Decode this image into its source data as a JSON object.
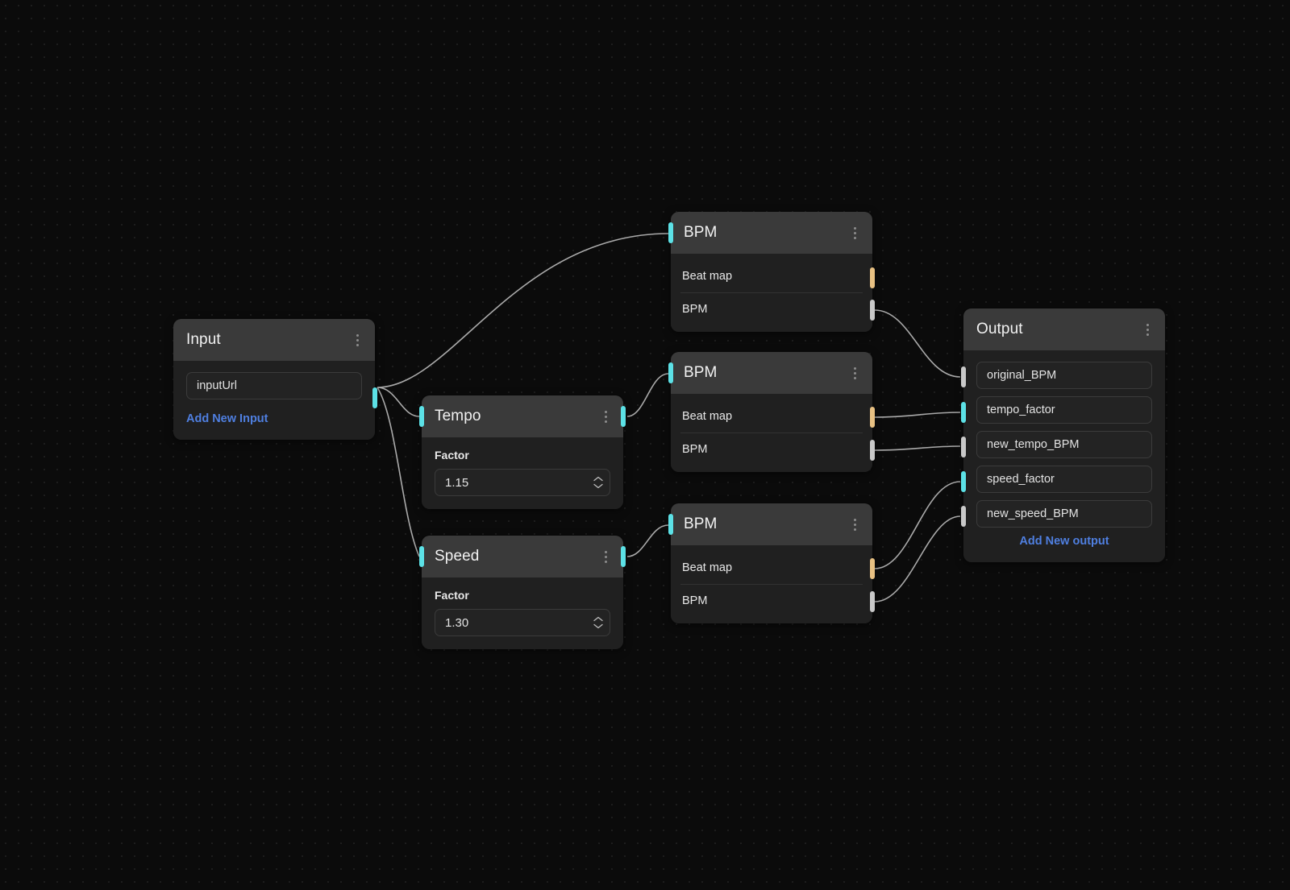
{
  "canvas": {
    "background_color": "#0b0b0b",
    "grid_dot_color": "#1d1d1d",
    "edge_color": "#b9b9b9"
  },
  "colors": {
    "port_cyan": "#5ce1e6",
    "port_gray": "#c9c9c9",
    "port_amber": "#e8c183",
    "link_blue": "#4f7fe0",
    "node_header": "#3a3a3a",
    "node_body": "#202020"
  },
  "nodes": {
    "input": {
      "title": "Input",
      "fields": [
        {
          "value": "inputUrl",
          "port_color": "cyan"
        }
      ],
      "add_label": "Add New Input"
    },
    "tempo": {
      "title": "Tempo",
      "factor_label": "Factor",
      "factor_value": "1.15"
    },
    "speed": {
      "title": "Speed",
      "factor_label": "Factor",
      "factor_value": "1.30"
    },
    "bpm1": {
      "title": "BPM",
      "rows": [
        {
          "label": "Beat map",
          "port_color": "amber"
        },
        {
          "label": "BPM",
          "port_color": "gray"
        }
      ]
    },
    "bpm2": {
      "title": "BPM",
      "rows": [
        {
          "label": "Beat map",
          "port_color": "amber"
        },
        {
          "label": "BPM",
          "port_color": "gray"
        }
      ]
    },
    "bpm3": {
      "title": "BPM",
      "rows": [
        {
          "label": "Beat map",
          "port_color": "amber"
        },
        {
          "label": "BPM",
          "port_color": "gray"
        }
      ]
    },
    "output": {
      "title": "Output",
      "fields": [
        {
          "value": "original_BPM",
          "port_color": "gray"
        },
        {
          "value": "tempo_factor",
          "port_color": "cyan"
        },
        {
          "value": "new_tempo_BPM",
          "port_color": "gray"
        },
        {
          "value": "speed_factor",
          "port_color": "cyan"
        },
        {
          "value": "new_speed_BPM",
          "port_color": "gray"
        }
      ],
      "add_label": "Add New output"
    }
  }
}
